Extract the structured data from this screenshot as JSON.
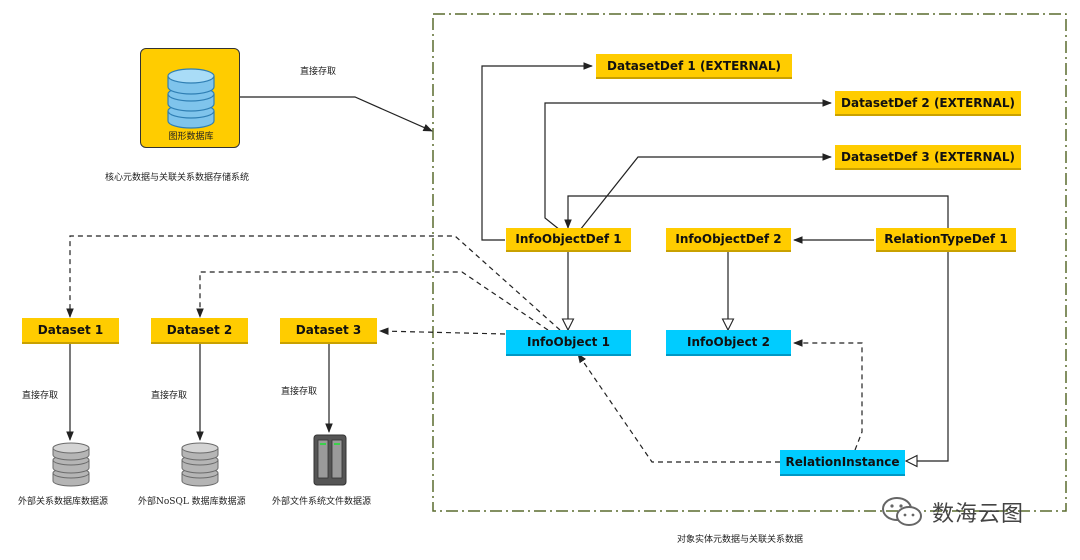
{
  "labels": {
    "graph_db": "图形数据库",
    "direct_access_top": "直接存取",
    "core_system": "核心元数据与关联关系数据存储系统",
    "direct_access_1": "直接存取",
    "direct_access_2": "直接存取",
    "direct_access_3": "直接存取",
    "external_rdb": "外部关系数据库数据源",
    "external_nosql": "外部NoSQL 数据库数据源",
    "external_fs": "外部文件系统文件数据源",
    "container_caption": "对象实体元数据与关联关系数据"
  },
  "nodes": {
    "datasetdef1": "DatasetDef 1 (EXTERNAL)",
    "datasetdef2": "DatasetDef 2 (EXTERNAL)",
    "datasetdef3": "DatasetDef 3 (EXTERNAL)",
    "infoobjectdef1": "InfoObjectDef 1",
    "infoobjectdef2": "InfoObjectDef 2",
    "relationtypedef1": "RelationTypeDef 1",
    "infoobject1": "InfoObject 1",
    "infoobject2": "InfoObject 2",
    "relationinstance": "RelationInstance",
    "dataset1": "Dataset 1",
    "dataset2": "Dataset 2",
    "dataset3": "Dataset 3"
  },
  "watermark": {
    "text": "数海云图",
    "icon": "wechat-icon"
  },
  "colors": {
    "definition_box": "#ffcc00",
    "instance_box": "#00ccff",
    "container_border": "#5a6b2e",
    "line": "#222222"
  }
}
